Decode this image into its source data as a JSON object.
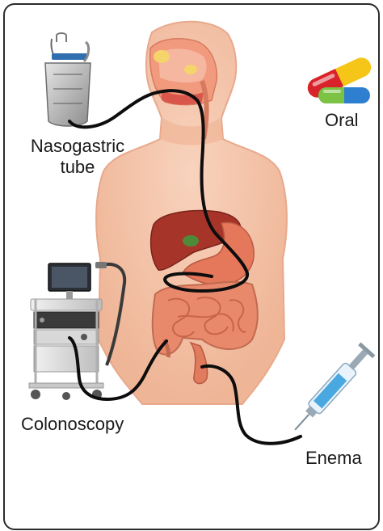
{
  "labels": {
    "nasogastric_line1": "Nasogastric",
    "nasogastric_line2": "tube",
    "oral": "Oral",
    "colonoscopy": "Colonoscopy",
    "enema": "Enema"
  },
  "colors": {
    "skin": "#f4c4a8",
    "skin_shadow": "#e8a98c",
    "liver": "#b03a2e",
    "stomach": "#e57a5e",
    "intestine": "#e8866a",
    "tube": "#0d0d0d",
    "syringe_liquid": "#4aa8e0",
    "pill_red": "#d8232a",
    "pill_yellow": "#f5c518",
    "pill_blue": "#2f7fd1",
    "pill_green": "#7cc243"
  }
}
